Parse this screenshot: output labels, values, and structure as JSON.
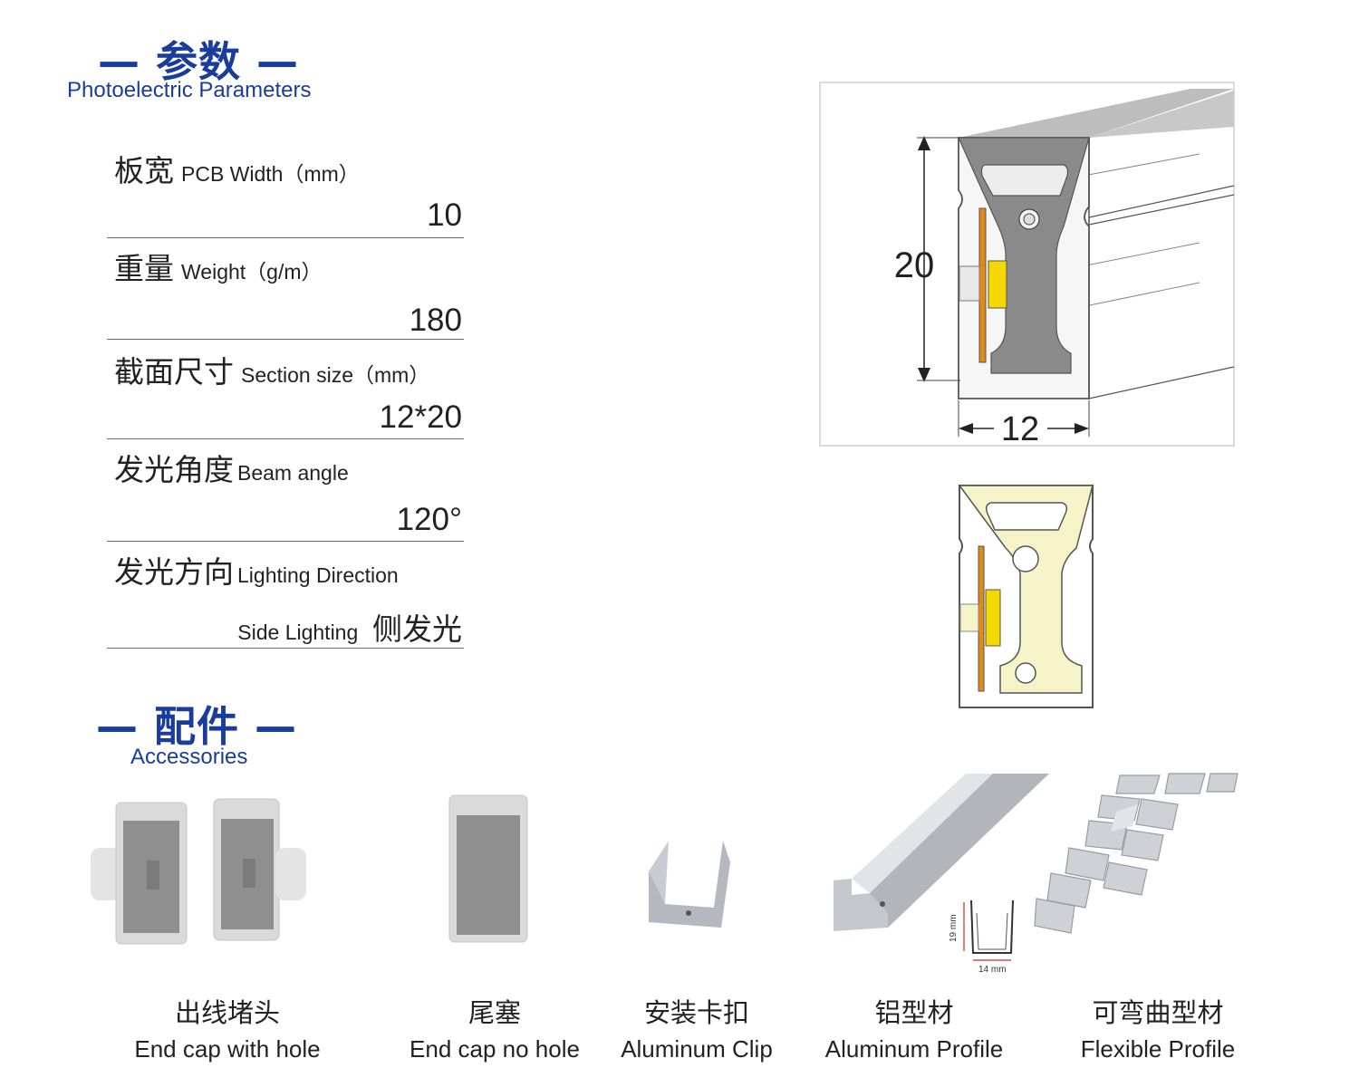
{
  "params_header": {
    "title": "— 参数 —",
    "subtitle": "Photoelectric Parameters"
  },
  "params": [
    {
      "cn": "板宽",
      "en": "PCB Width（mm）",
      "value": "10"
    },
    {
      "cn": "重量",
      "en": "Weight（g/m）",
      "value": "180"
    },
    {
      "cn": "截面尺寸",
      "en": "Section size（mm）",
      "value": "12*20"
    },
    {
      "cn": "发光角度",
      "en": "Beam angle",
      "value": "120°"
    },
    {
      "cn": "发光方向",
      "en": "Lighting Direction",
      "value_en": "Side Lighting",
      "value_cn": "侧发光"
    }
  ],
  "diagram": {
    "height_label": "20",
    "width_label": "12"
  },
  "accessories_header": {
    "title": "— 配件 —",
    "subtitle": "Accessories"
  },
  "profile_dims": {
    "height": "19 mm",
    "width": "14 mm"
  },
  "accessories": [
    {
      "cn": "出线堵头",
      "en": "End cap with hole"
    },
    {
      "cn": "尾塞",
      "en": "End cap no hole"
    },
    {
      "cn": "安装卡扣",
      "en": "Aluminum Clip"
    },
    {
      "cn": "铝型材",
      "en": "Aluminum Profile"
    },
    {
      "cn": "可弯曲型材",
      "en": "Flexible Profile"
    }
  ],
  "colors": {
    "accent": "#1a3c9c",
    "led_yellow": "#f5d800",
    "pcb_orange": "#e08a1e",
    "diffuser": "#f7f3c8"
  }
}
